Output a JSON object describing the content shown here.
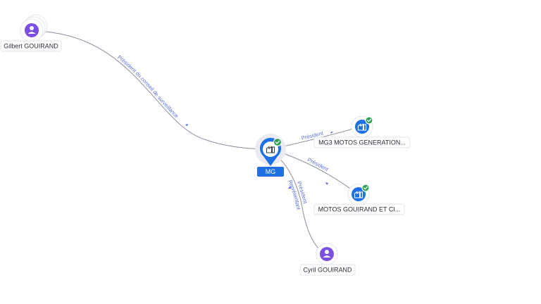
{
  "colors": {
    "person": "#7b4fe0",
    "company": "#1f6fe5",
    "verified": "#2f9e55",
    "edge": "#8a8f9e",
    "edge_label": "#5b6ee0"
  },
  "nodes": {
    "center": {
      "label": "MG",
      "icon": "company-icon",
      "verified": true
    },
    "gilbert": {
      "label": "Gilbert GOUIRAND",
      "icon": "person-icon"
    },
    "mg3": {
      "label": "MG3 MOTOS GENERATION...",
      "icon": "company-icon",
      "verified": true
    },
    "motos": {
      "label": "MOTOS GOUIRAND ET CI...",
      "icon": "company-icon",
      "verified": true
    },
    "cyril": {
      "label": "Cyril GOUIRAND",
      "icon": "person-icon"
    }
  },
  "edges": {
    "gilbert_center": {
      "label": "Président du conseil de surveillance"
    },
    "center_mg3": {
      "label": "Président"
    },
    "center_motos": {
      "label": "Président"
    },
    "center_cyril": {
      "label_1": "Président",
      "label_2": "Représentant"
    }
  }
}
